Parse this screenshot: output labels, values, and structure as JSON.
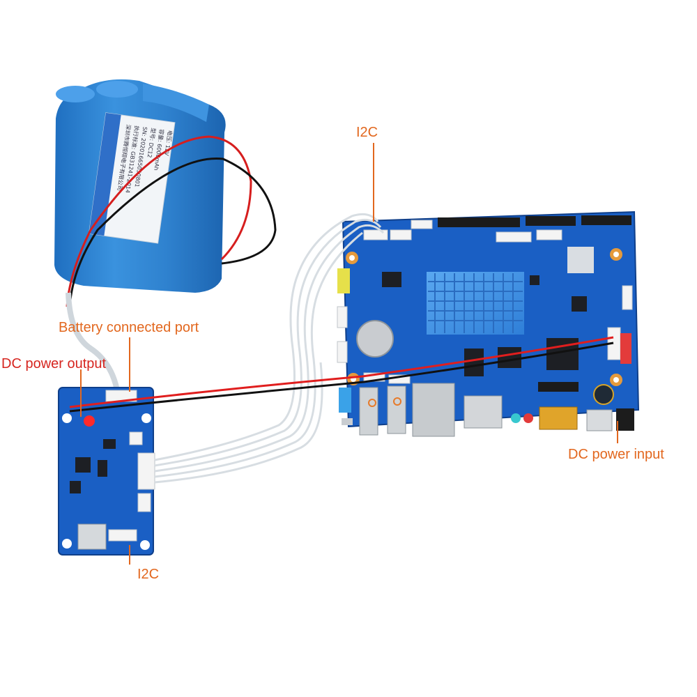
{
  "labels": {
    "i2c_top": "I2C",
    "battery_port": "Battery connected port",
    "dc_output": "DC power output",
    "dc_input": "DC power input",
    "i2c_bottom": "I2C"
  },
  "battery_sticker": {
    "lines": [
      "电压: 12V",
      "容量: 6000mAh",
      "型号: DC12",
      "SN: 20201665050801",
      "执行标准: GB31241-2014",
      "深圳市腾恒翔电子有限公司"
    ]
  },
  "colors": {
    "battery": "#2f82cf",
    "pcb": "#1a5fc4",
    "label_text": "#e2671e",
    "wire_red": "#e01e1e",
    "wire_black": "#111111"
  }
}
